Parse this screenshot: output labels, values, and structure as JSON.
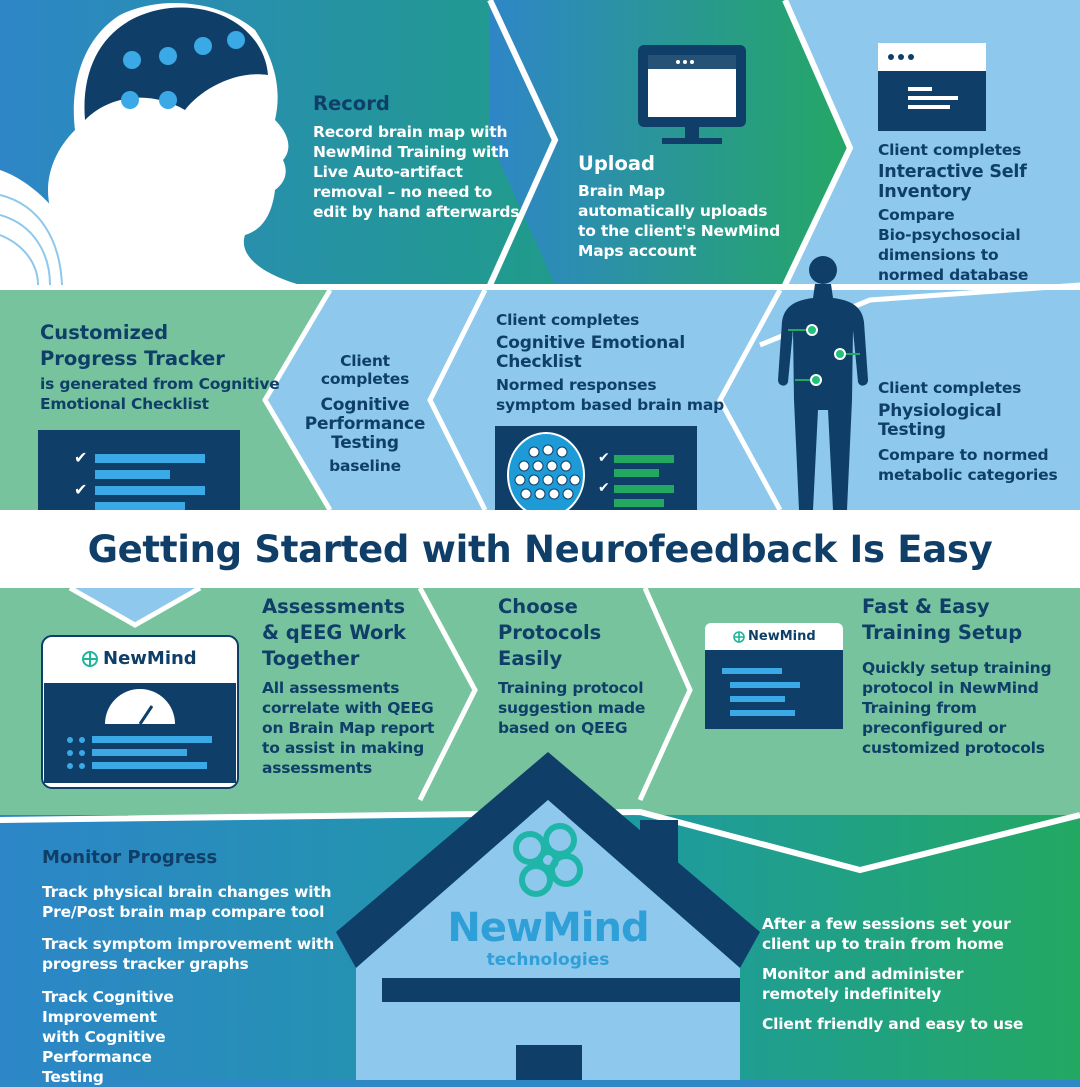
{
  "title": "Getting Started with Neurofeedback Is Easy",
  "colors": {
    "navy": "#0f3f68",
    "blue": "#2f88c6",
    "light_blue": "#8ec8ec",
    "green": "#22a56a",
    "mint": "#77c39d",
    "white": "#ffffff"
  },
  "steps": {
    "record": {
      "heading": "Record",
      "body": "Record brain map with\nNewMind Training with\nLive Auto-artifact\nremoval – no need to\nedit by hand afterwards"
    },
    "upload": {
      "heading": "Upload",
      "body": "Brain Map\nautomatically uploads\nto the client's NewMind\nMaps account"
    },
    "self_inventory": {
      "intro": "Client completes",
      "heading": "Interactive Self\nInventory",
      "body": "Compare\nBio-psychosocial\ndimensions to\nnormed database"
    },
    "progress_tracker": {
      "heading": "Customized\nProgress Tracker",
      "body": "is generated from Cognitive\nEmotional Checklist"
    },
    "cognitive_performance": {
      "intro": "Client\ncompletes",
      "heading": "Cognitive\nPerformance\nTesting",
      "body": "baseline"
    },
    "emotional_checklist": {
      "intro": "Client completes",
      "heading": "Cognitive Emotional\nChecklist",
      "body": "Normed responses\nsymptom based brain map"
    },
    "physiological": {
      "intro": "Client completes",
      "heading": "Physiological\nTesting",
      "body": "Compare to normed\nmetabolic categories"
    },
    "assessments": {
      "heading": "Assessments\n& qEEG Work\nTogether",
      "body": "All assessments\ncorrelate with QEEG\non Brain Map report\nto assist in making\nassessments"
    },
    "protocols": {
      "heading": "Choose\nProtocols\nEasily",
      "body": "Training protocol\nsuggestion made\nbased on QEEG"
    },
    "training_setup": {
      "heading": "Fast & Easy\nTraining Setup",
      "body": "Quickly setup training\nprotocol in NewMind\nTraining from\npreconfigured or\ncustomized protocols"
    },
    "monitor": {
      "heading": "Monitor Progress",
      "items": [
        "Track physical brain changes with\nPre/Post brain map compare tool",
        "Track symptom improvement with\nprogress tracker graphs",
        "Track Cognitive\nImprovement\nwith Cognitive\nPerformance\nTesting"
      ]
    },
    "home": {
      "items": [
        "After a few sessions set your\nclient up to train from home",
        "Monitor and administer\nremotely indefinitely",
        "Client friendly and easy to use"
      ]
    }
  },
  "brand": {
    "card_logo": "NewMind",
    "name": "NewMind",
    "tagline": "technologies"
  }
}
